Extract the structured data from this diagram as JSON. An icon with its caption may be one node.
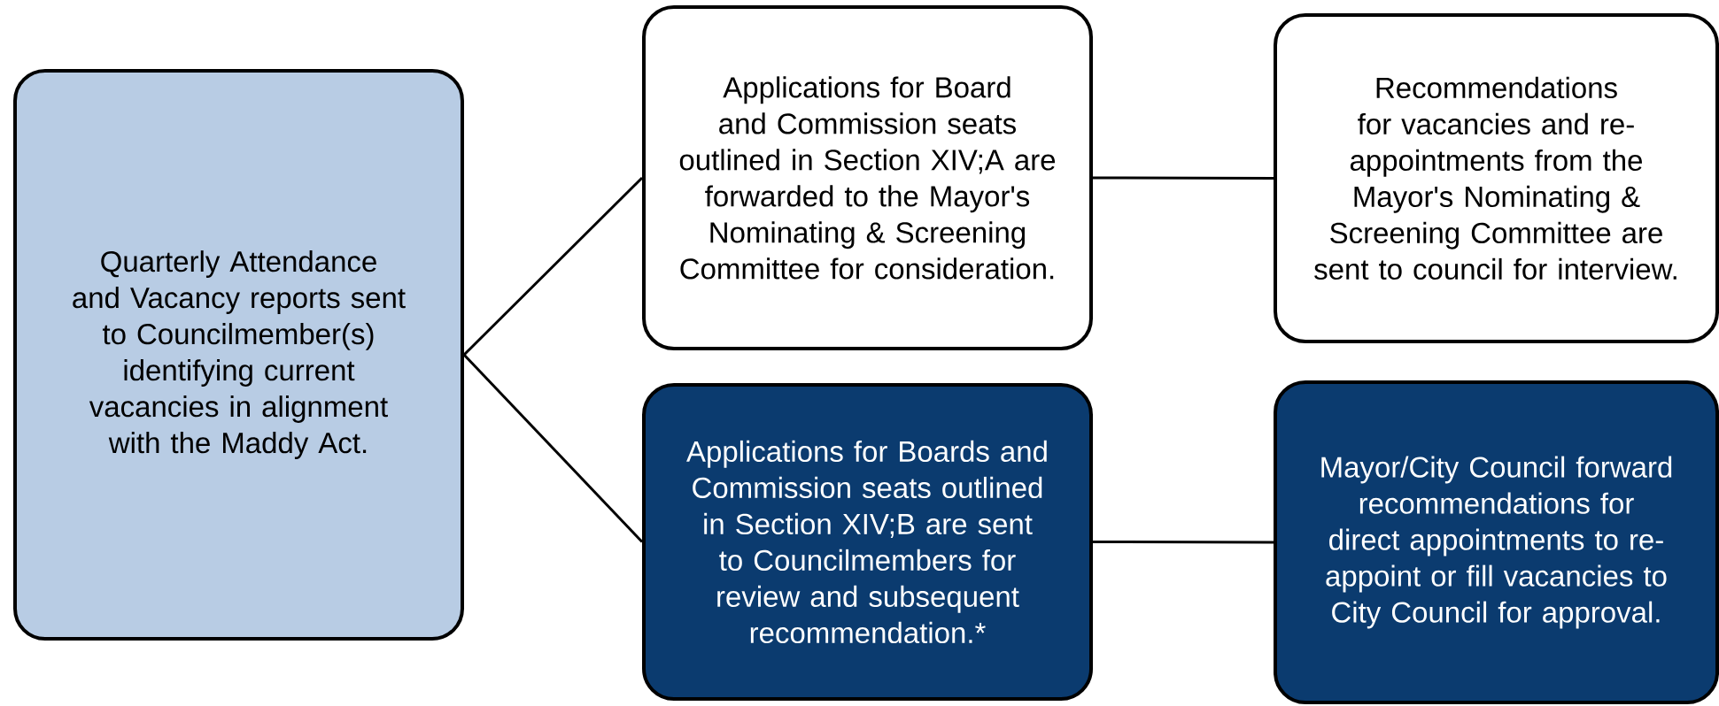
{
  "diagram": {
    "nodes": [
      {
        "text": [
          "Quarterly Attendance and Vacancy reports sent to Councilmember(s) identifying current vacancies in alignment with the Maddy Act."
        ]
      },
      {
        "text": [
          "Applications for Board and Commission seats outlined in Section XIV;A are forwarded to the Mayor's Nominating & Screening Committee for consideration."
        ]
      },
      {
        "text": [
          "Recommendations for vacancies and re-appointments from the Mayor's Nominating & Screening Committee are sent to council for interview."
        ]
      },
      {
        "text": [
          "Applications for Boards and Commission seats outlined in Section XIV;B are sent to Councilmembers for review and subsequent recommendation.*"
        ]
      },
      {
        "text": [
          "Mayor/City Council forward recommendations for direct appointments to re-appoint or fill vacancies to City Council for approval."
        ]
      }
    ],
    "edges": [
      {
        "from": 0,
        "to": 1,
        "arrow": "none"
      },
      {
        "from": 0,
        "to": 3,
        "arrow": "none"
      },
      {
        "from": 1,
        "to": 2,
        "arrow": "none"
      },
      {
        "from": 3,
        "to": 4,
        "arrow": "none"
      }
    ]
  }
}
